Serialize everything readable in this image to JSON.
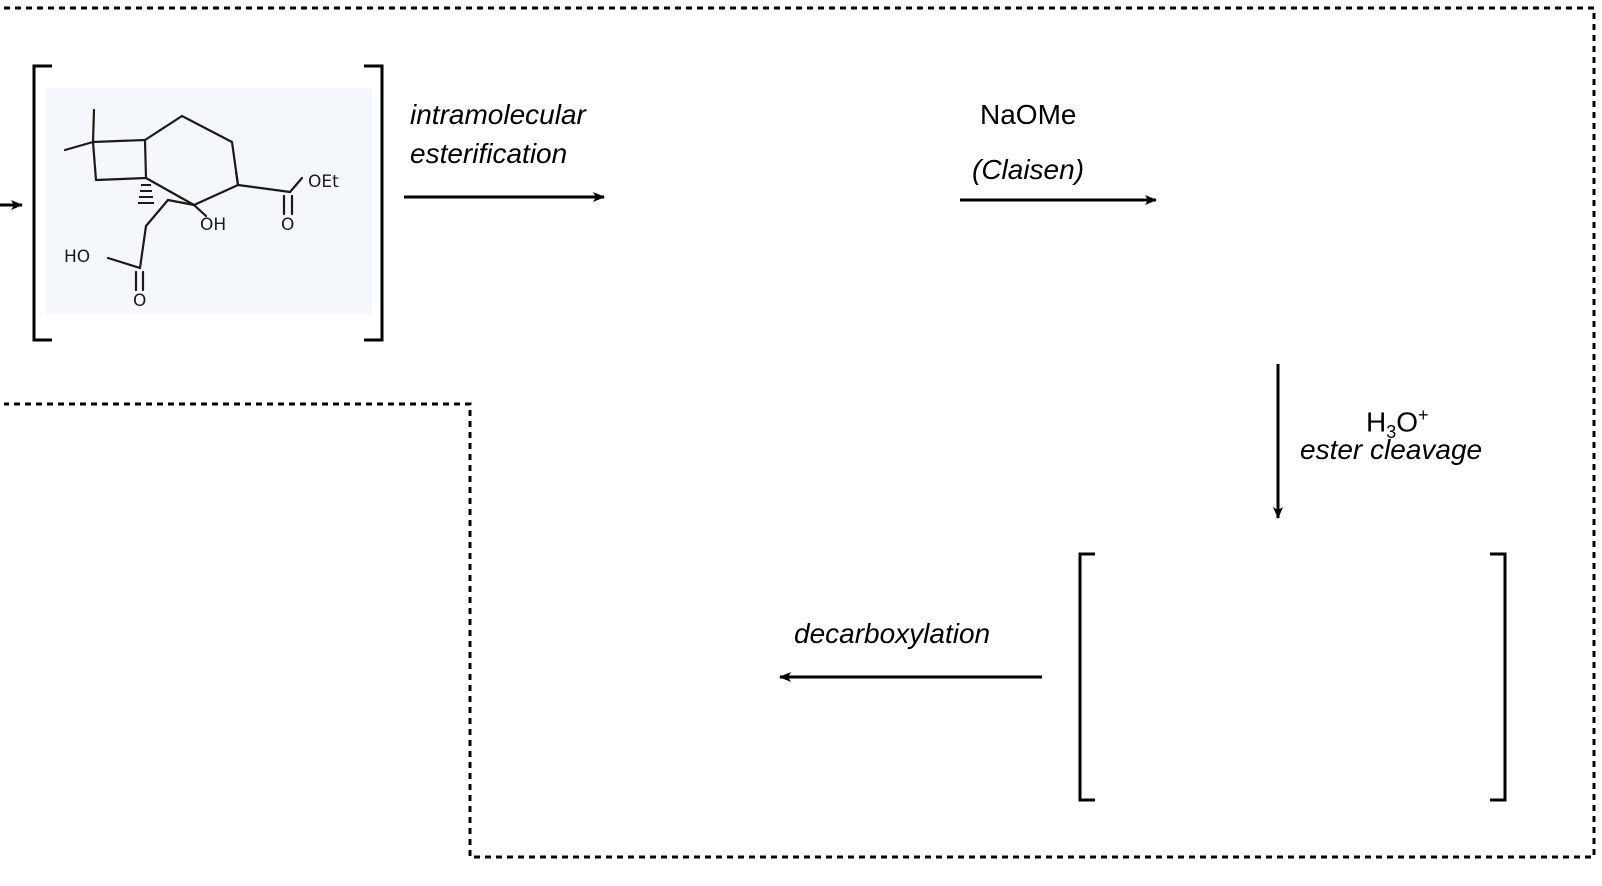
{
  "steps": {
    "step1": {
      "line1": "intramolecular",
      "line2": "esterification"
    },
    "step2": {
      "reagent": "NaOMe",
      "note": "(Claisen)"
    },
    "step3": {
      "reagent_main": "H",
      "reagent_sub": "3",
      "reagent_rest": "O",
      "reagent_sup": "+",
      "note": "ester cleavage"
    },
    "step4": {
      "note": "decarboxylation"
    }
  },
  "structure_labels": {
    "oet": "OEt",
    "oh": "OH",
    "ho": "HO",
    "carbonyl_o1": "O",
    "carbonyl_o2": "O"
  },
  "colors": {
    "ink": "#000000",
    "paper": "#ffffff",
    "sketch_bg": "#f4f7fb",
    "sketch_ink": "#1a1a1a"
  }
}
